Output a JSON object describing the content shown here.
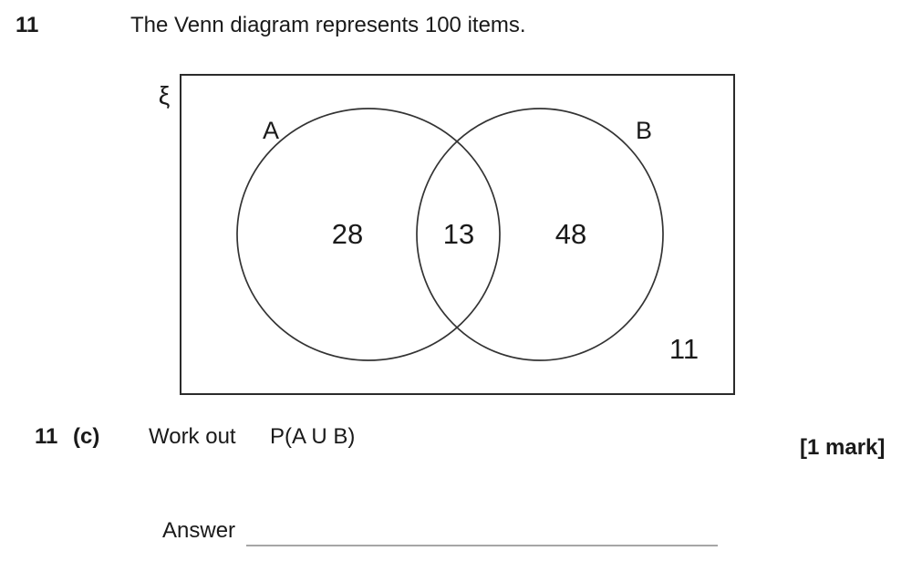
{
  "header": {
    "question_number": "11",
    "question_text": "The Venn diagram represents 100 items."
  },
  "venn": {
    "universal_set_symbol": "ξ",
    "set_a": {
      "label": "A",
      "only_value": "28"
    },
    "set_b": {
      "label": "B",
      "only_value": "48"
    },
    "intersection_value": "13",
    "outside_value": "11"
  },
  "sub_question": {
    "number": "11",
    "part": "(c)",
    "instruction": "Work out",
    "expression": "P(A U B)",
    "marks": "[1 mark]"
  },
  "answer": {
    "label": "Answer"
  },
  "colors": {
    "text": "#1a1a1a",
    "diagram_line": "#2b2b2b",
    "circle_line": "#333333",
    "answer_line": "#a6a6a6",
    "background": "#ffffff"
  }
}
